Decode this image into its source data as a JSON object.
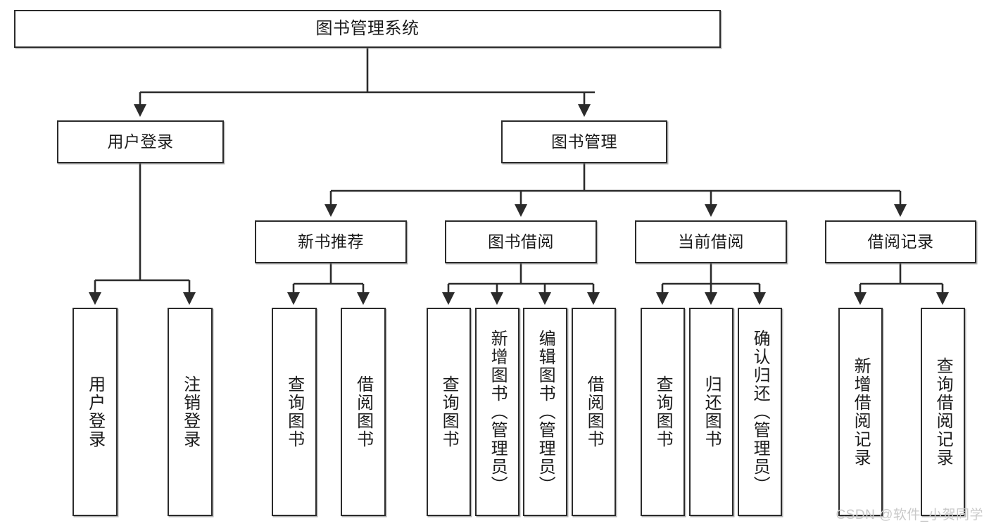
{
  "diagram": {
    "type": "tree",
    "title": "图书管理系统",
    "orientation": "top-down",
    "root": {
      "label": "图书管理系统"
    },
    "level2": [
      {
        "label": "用户登录"
      },
      {
        "label": "图书管理"
      }
    ],
    "level3": [
      {
        "label": "新书推荐"
      },
      {
        "label": "图书借阅"
      },
      {
        "label": "当前借阅"
      },
      {
        "label": "借阅记录"
      }
    ],
    "leaves": {
      "user_login": [
        {
          "label": "用户登录"
        },
        {
          "label": "注销登录"
        }
      ],
      "new_book_recommend": [
        {
          "label": "查询图书"
        },
        {
          "label": "借阅图书"
        }
      ],
      "book_borrow": [
        {
          "label": "查询图书"
        },
        {
          "label": "新增图书（管理员）"
        },
        {
          "label": "编辑图书（管理员）"
        },
        {
          "label": "借阅图书"
        }
      ],
      "current_borrow": [
        {
          "label": "查询图书"
        },
        {
          "label": "归还图书"
        },
        {
          "label": "确认归还（管理员）"
        }
      ],
      "borrow_record": [
        {
          "label": "新增借阅记录"
        },
        {
          "label": "查询借阅记录"
        }
      ]
    }
  },
  "watermark": {
    "text": "CSDN @软件_小贺同学"
  },
  "colors": {
    "box_border": "#2b2b2b",
    "box_fill": "#ffffff",
    "connector": "#2b2b2b",
    "text": "#1b1b1b",
    "watermark": "#c9c9c9",
    "background": "#ffffff"
  }
}
